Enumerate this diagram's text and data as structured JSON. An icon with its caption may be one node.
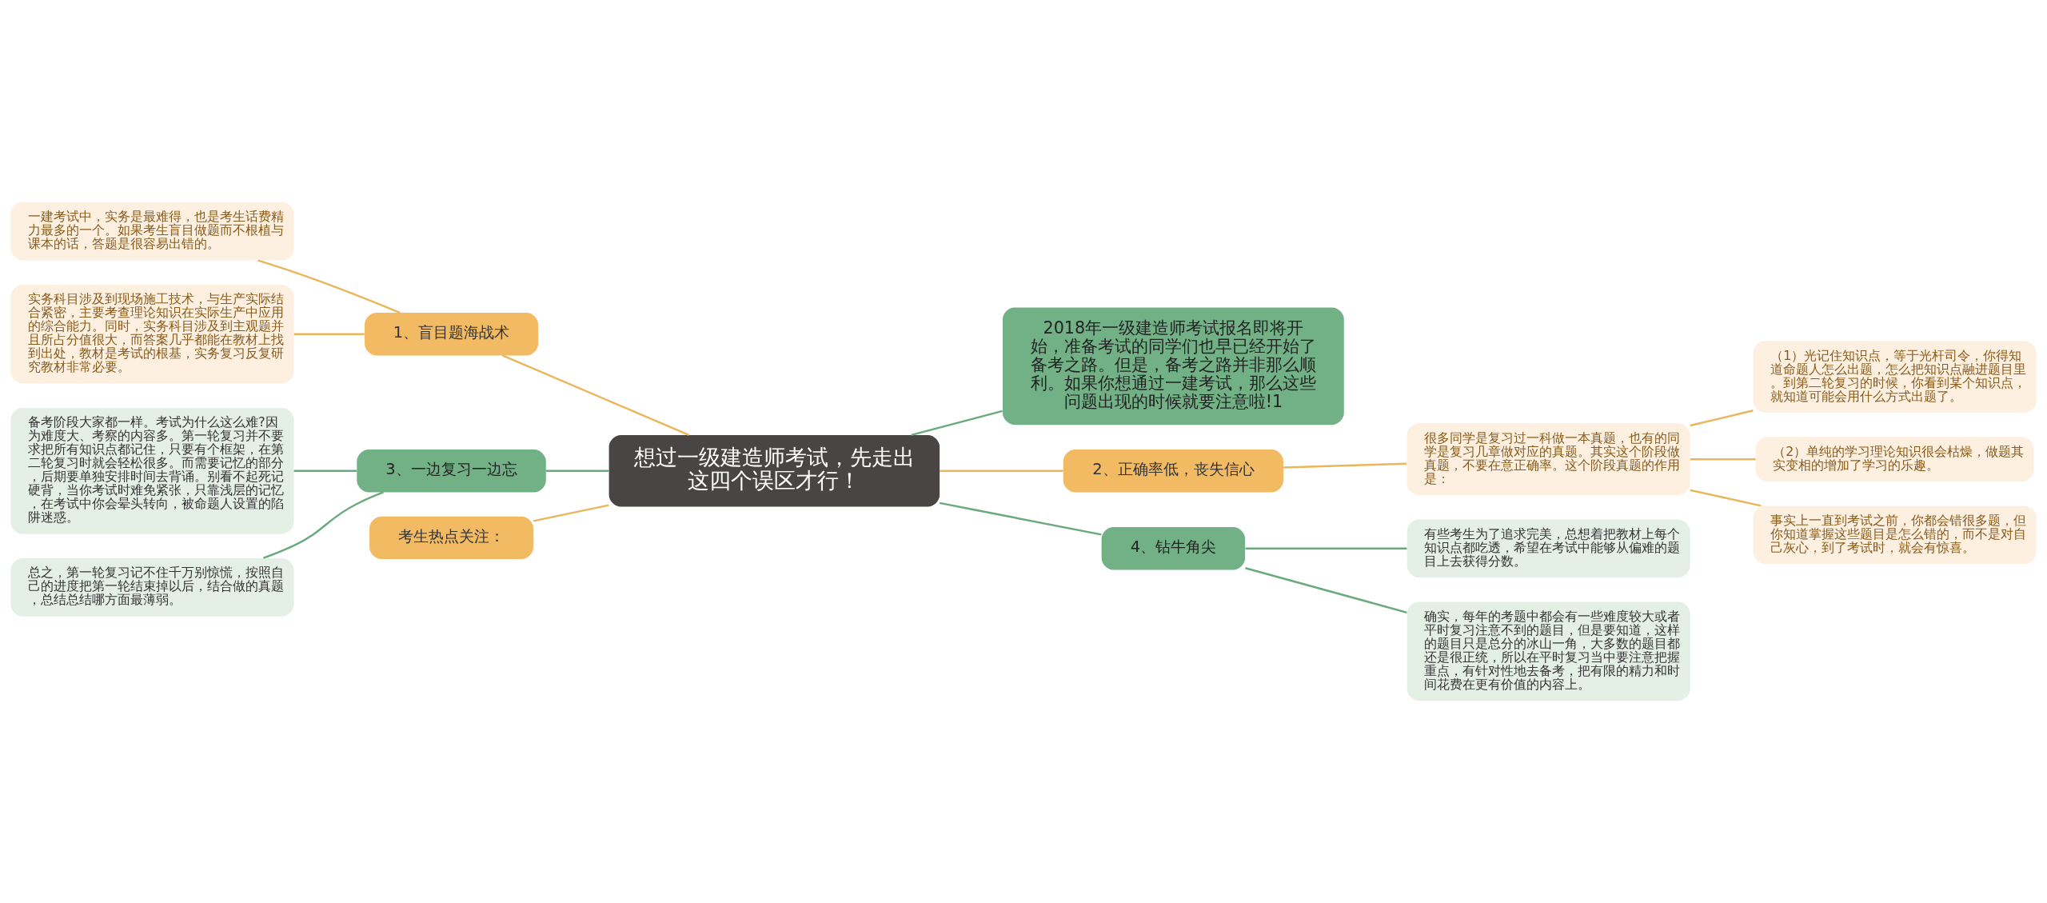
{
  "diagram": {
    "nodes": [
      {
        "text": [
          "想过一级建造师考试，先走出这四个误区才行！"
        ]
      },
      {
        "text": [
          "2018年一级建造师考试报名即将开始，准备考试的同学们也早已经开始了备考之路。但是，备考之路并非那么顺利。如果你想通过一建考试，那么这些问题出现的时候就要注意啦!1"
        ]
      },
      {
        "text": [
          "1、盲目题海战术"
        ]
      },
      {
        "text": [
          "一建考试中，实务是最难得，也是考生话费精力最多的一个。如果考生盲目做题而不根植与课本的话，答题是很容易出错的。"
        ]
      },
      {
        "text": [
          "实务科目涉及到现场施工技术，与生产实际结合紧密，主要考查理论知识在实际生产中应用的综合能力。同时，实务科目涉及到主观题并且所占分值很大，而答案几乎都能在教材上找到出处，教材是考试的根基，实务复习反复研究教材非常必要。"
        ]
      },
      {
        "text": [
          "2、正确率低，丧失信心"
        ]
      },
      {
        "text": [
          "很多同学是复习过一科做一本真题，也有的同学是复习几章做对应的真题。其实这个阶段做真题，不要在意正确率。这个阶段真题的作用是："
        ]
      },
      {
        "text": [
          "（1）光记住知识点，等于光杆司令，你得知道命题人怎么出题，怎么把知识点融进题目里。到第二轮复习的时候，你看到某个知识点，就知道可能会用什么方式出题了。"
        ]
      },
      {
        "text": [
          "（2）单纯的学习理论知识很会枯燥，做题其实变相的增加了学习的乐趣。"
        ]
      },
      {
        "text": [
          "事实上一直到考试之前，你都会错很多题，但你知道掌握这些题目是怎么错的，而不是对自己灰心，到了考试时，就会有惊喜。"
        ]
      },
      {
        "text": [
          "3、一边复习一边忘"
        ]
      },
      {
        "text": [
          "备考阶段大家都一样。考试为什么这么难?因为难度大、考察的内容多。第一轮复习并不要求把所有知识点都记住，只要有个框架，在第二轮复习时就会轻松很多。而需要记忆的部分，后期要单独安排时间去背诵。别看不起死记硬背，当你考试时难免紧张，只靠浅层的记忆，在考试中你会晕头转向，被命题人设置的陷阱迷惑。"
        ]
      },
      {
        "text": [
          "总之，第一轮复习记不住千万别惊慌，按照自己的进度把第一轮结束掉以后，结合做的真题，总结总结哪方面最薄弱。"
        ]
      },
      {
        "text": [
          "4、钻牛角尖"
        ]
      },
      {
        "text": [
          "有些考生为了追求完美，总想着把教材上每个知识点都吃透，希望在考试中能够从偏难的题目上去获得分数。"
        ]
      },
      {
        "text": [
          "确实，每年的考题中都会有一些难度较大或者平时复习注意不到的题目，但是要知道，这样的题目只是总分的冰山一角，大多数的题目都还是很正统，所以在平时复习当中要注意把握重点，有针对性地去备考，把有限的精力和时间花费在更有价值的内容上。"
        ]
      },
      {
        "text": [
          "考生热点关注："
        ]
      }
    ],
    "edges": [
      {
        "from": 0,
        "to": 1,
        "arrow": "none",
        "color": "#6aa87e"
      },
      {
        "from": 0,
        "to": 2,
        "arrow": "none",
        "color": "#e9b65c"
      },
      {
        "from": 2,
        "to": 3,
        "arrow": "none",
        "color": "#e9b65c"
      },
      {
        "from": 2,
        "to": 4,
        "arrow": "none",
        "color": "#e9b65c"
      },
      {
        "from": 0,
        "to": 5,
        "arrow": "none",
        "color": "#e9b65c"
      },
      {
        "from": 5,
        "to": 6,
        "arrow": "none",
        "color": "#e9b65c"
      },
      {
        "from": 6,
        "to": 7,
        "arrow": "none",
        "color": "#e9b65c"
      },
      {
        "from": 6,
        "to": 8,
        "arrow": "none",
        "color": "#e9b65c"
      },
      {
        "from": 6,
        "to": 9,
        "arrow": "none",
        "color": "#e9b65c"
      },
      {
        "from": 0,
        "to": 10,
        "arrow": "none",
        "color": "#6aa87e"
      },
      {
        "from": 10,
        "to": 11,
        "arrow": "none",
        "color": "#6aa87e"
      },
      {
        "from": 10,
        "to": 12,
        "arrow": "none",
        "color": "#6aa87e"
      },
      {
        "from": 0,
        "to": 13,
        "arrow": "none",
        "color": "#6aa87e"
      },
      {
        "from": 13,
        "to": 14,
        "arrow": "none",
        "color": "#6aa87e"
      },
      {
        "from": 13,
        "to": 15,
        "arrow": "none",
        "color": "#6aa87e"
      },
      {
        "from": 0,
        "to": 16,
        "arrow": "none",
        "color": "#e9b65c"
      }
    ]
  }
}
